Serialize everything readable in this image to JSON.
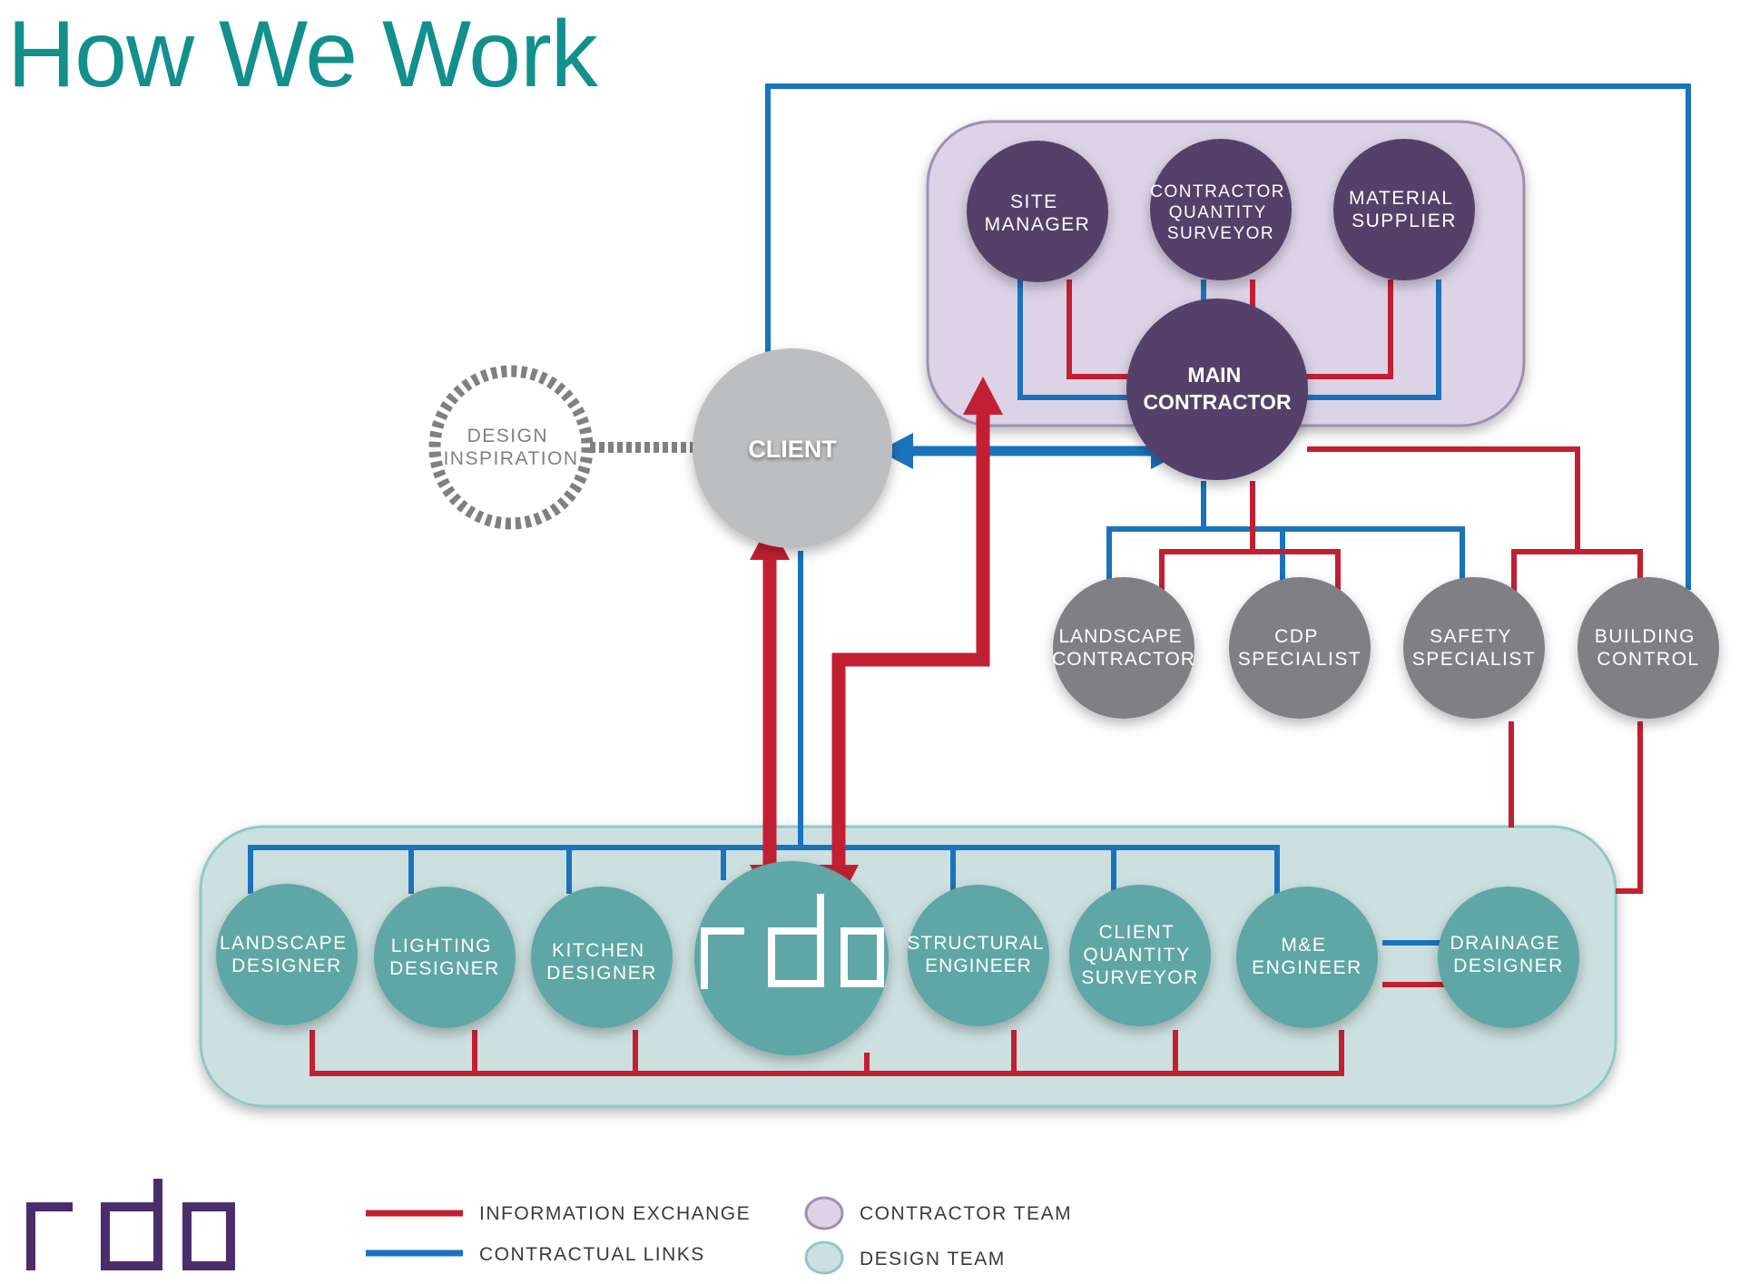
{
  "title": "How We Work",
  "colors": {
    "information": "#c31f33",
    "contractual": "#1a73bb",
    "contractor_team_fill": "#dcd3e7",
    "contractor_team_stroke": "#9f8fb5",
    "design_team_fill": "#cce0e0",
    "design_team_stroke": "#8ec9c5",
    "contractor_node": "#554169",
    "specialist_node": "#808084",
    "design_node": "#5fa6a6",
    "client_node": "#bdbec0",
    "logo": "#4b2d6c",
    "title": "#12908c"
  },
  "nodes": {
    "site_manager": [
      "SITE",
      "MANAGER"
    ],
    "contractor_qs": [
      "CONTRACTOR",
      "QUANTITY",
      "SURVEYOR"
    ],
    "material_supplier": [
      "MATERIAL",
      "SUPPLIER"
    ],
    "main_contractor": [
      "MAIN",
      "CONTRACTOR"
    ],
    "client": [
      "CLIENT"
    ],
    "design_inspiration": [
      "DESIGN",
      "INSPIRATION"
    ],
    "landscape_contractor": [
      "LANDSCAPE",
      "CONTRACTOR"
    ],
    "cdp_specialist": [
      "CDP",
      "SPECIALIST"
    ],
    "safety_specialist": [
      "SAFETY",
      "SPECIALIST"
    ],
    "building_control": [
      "BUILDING",
      "CONTROL"
    ],
    "landscape_designer": [
      "LANDSCAPE",
      "DESIGNER"
    ],
    "lighting_designer": [
      "LIGHTING",
      "DESIGNER"
    ],
    "kitchen_designer": [
      "KITCHEN",
      "DESIGNER"
    ],
    "rdo": "rdo",
    "structural_engineer": [
      "STRUCTURAL",
      "ENGINEER"
    ],
    "client_qs": [
      "CLIENT",
      "QUANTITY",
      "SURVEYOR"
    ],
    "me_engineer": [
      "M&E",
      "ENGINEER"
    ],
    "drainage_designer": [
      "DRAINAGE",
      "DESIGNER"
    ]
  },
  "legend": {
    "information_exchange": "INFORMATION EXCHANGE",
    "contractual_links": "CONTRACTUAL LINKS",
    "contractor_team": "CONTRACTOR TEAM",
    "design_team": "DESIGN TEAM"
  },
  "logo": "rdo"
}
